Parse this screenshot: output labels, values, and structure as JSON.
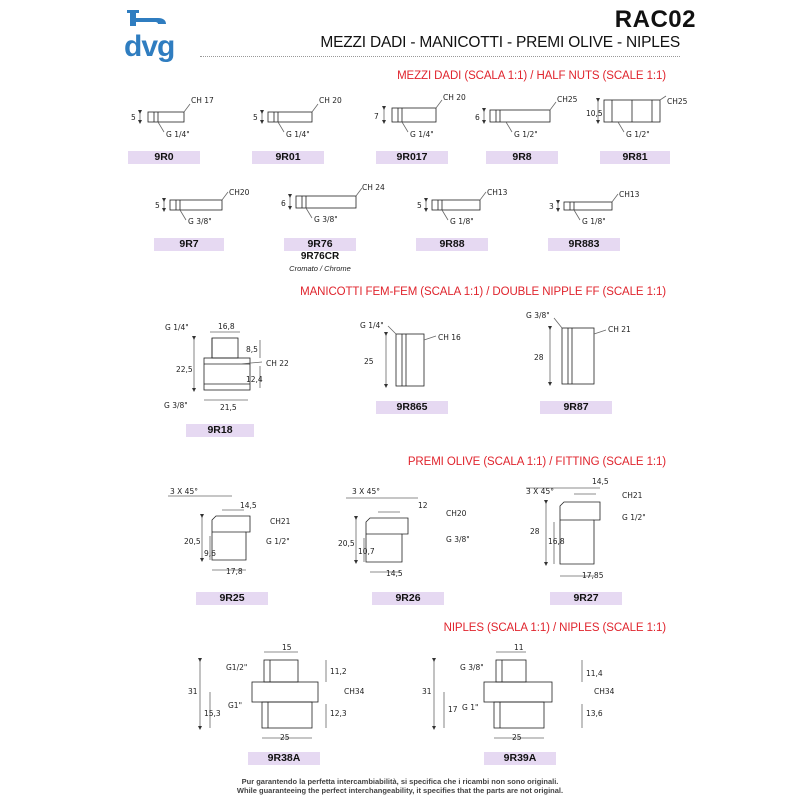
{
  "header": {
    "logo_text": "dvg",
    "code": "RAC02",
    "subtitle": "MEZZI DADI - MANICOTTI - PREMI OLIVE - NIPLES",
    "accent": "#2f7dc0"
  },
  "sections": {
    "half_nuts": "MEZZI DADI (SCALA 1:1) / HALF NUTS (SCALE 1:1)",
    "double_nipple": "MANICOTTI FEM-FEM (SCALA 1:1) / DOUBLE NIPPLE FF (SCALE 1:1)",
    "fitting": "PREMI OLIVE (SCALA 1:1) / FITTING (SCALE 1:1)",
    "niples": "NIPLES (SCALA 1:1) / NIPLES (SCALE 1:1)"
  },
  "labels": {
    "r0": "9R0",
    "r01": "9R01",
    "r017": "9R017",
    "r8": "9R8",
    "r81": "9R81",
    "r7": "9R7",
    "r76": "9R76",
    "r76cr": "9R76CR",
    "r76cr_note": "Cromato / Chrome",
    "r88": "9R88",
    "r883": "9R883",
    "r18": "9R18",
    "r865": "9R865",
    "r87": "9R87",
    "r25": "9R25",
    "r26": "9R26",
    "r27": "9R27",
    "r38a": "9R38A",
    "r39a": "9R39A"
  },
  "dims": {
    "r0": {
      "h": "5",
      "ch": "CH 17",
      "g": "G 1/4\""
    },
    "r01": {
      "h": "5",
      "ch": "CH 20",
      "g": "G 1/4\""
    },
    "r017": {
      "h": "7",
      "ch": "CH 20",
      "g": "G 1/4\""
    },
    "r8": {
      "h": "6",
      "ch": "CH25",
      "g": "G 1/2\""
    },
    "r81": {
      "h": "10,5",
      "ch": "CH25",
      "g": "G 1/2\""
    },
    "r7": {
      "h": "5",
      "ch": "CH20",
      "g": "G 3/8\""
    },
    "r76": {
      "h": "6",
      "ch": "CH 24",
      "g": "G 3/8\""
    },
    "r88": {
      "h": "5",
      "ch": "CH13",
      "g": "G 1/8\""
    },
    "r883": {
      "h": "3",
      "ch": "CH13",
      "g": "G 1/8\""
    },
    "r18": {
      "g_top": "G 1/4\"",
      "d_top": "16,8",
      "h_total": "22,5",
      "h_top": "8,5",
      "ch": "CH 22",
      "h_bot": "12,4",
      "g_bot": "G 3/8\"",
      "d_bot": "21,5"
    },
    "r865": {
      "g": "G 1/4\"",
      "ch": "CH 16",
      "h": "25"
    },
    "r87": {
      "g": "G 3/8\"",
      "ch": "CH 21",
      "h": "28"
    },
    "r25": {
      "chamfer": "3 X 45°",
      "d_top": "14,5",
      "ch": "CH21",
      "g": "G 1/2\"",
      "h_total": "20,5",
      "h_low": "9,6",
      "d_bot": "17,8"
    },
    "r26": {
      "chamfer": "3 X 45°",
      "d_top": "12",
      "ch": "CH20",
      "g": "G 3/8\"",
      "h_total": "20,5",
      "h_low": "10,7",
      "d_bot": "14,5"
    },
    "r27": {
      "chamfer": "3 X 45°",
      "d_top": "14,5",
      "ch": "CH21",
      "g": "G 1/2\"",
      "h_total": "28",
      "h_low": "16,8",
      "d_bot": "17,85"
    },
    "r38a": {
      "d_top": "15",
      "g_top": "G1/2\"",
      "h_top": "11,2",
      "ch": "CH34",
      "h_total": "31",
      "g_bot": "G1\"",
      "h_low": "15,3",
      "h_bot": "12,3",
      "d_bot": "25"
    },
    "r39a": {
      "d_top": "11",
      "g_top": "G 3/8\"",
      "h_top": "11,4",
      "ch": "CH34",
      "h_total": "31",
      "g_bot": "G 1\"",
      "h_low": "17",
      "h_bot": "13,6",
      "d_bot": "25"
    }
  },
  "footer": {
    "it": "Pur garantendo la perfetta intercambiabilità, si specifica che i ricambi non sono originali.",
    "en": "While guaranteeing the perfect interchangeability, it specifies that the parts are not original."
  }
}
